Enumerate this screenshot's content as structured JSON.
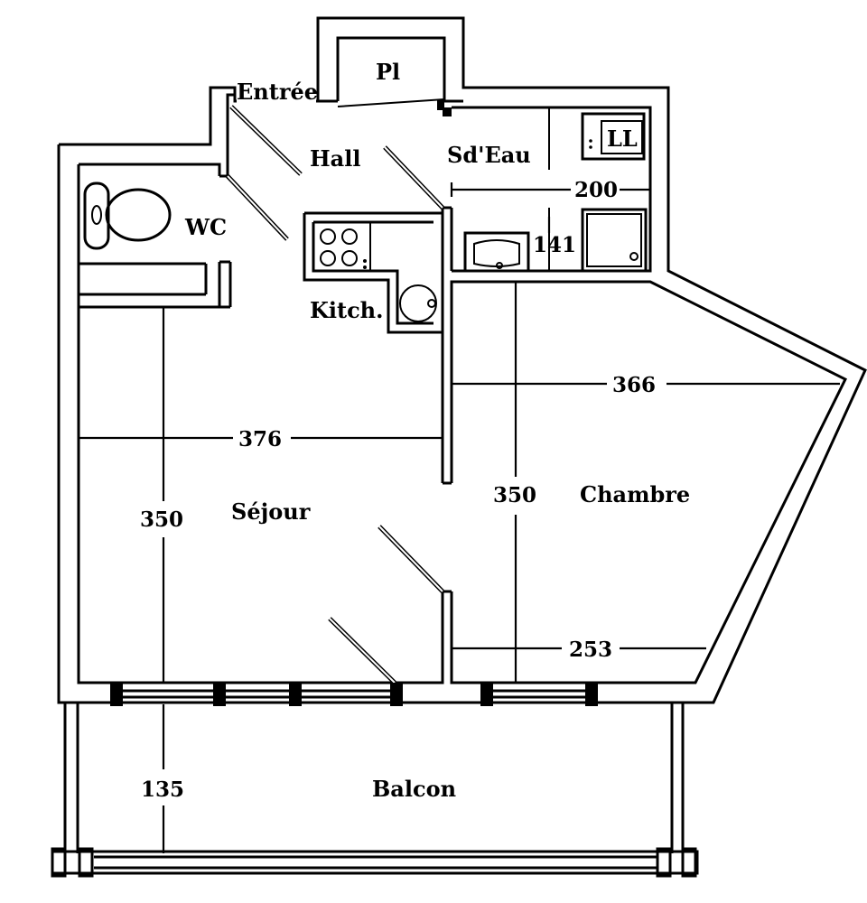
{
  "rooms": {
    "placard": "Pl",
    "entree": "Entrée",
    "hall": "Hall",
    "salle_eau": "Sd'Eau",
    "wc": "WC",
    "kitchenette": "Kitch.",
    "sejour": "Séjour",
    "chambre": "Chambre",
    "balcon": "Balcon",
    "lave_linge": "LL"
  },
  "dimensions": {
    "sde_width": "200",
    "sde_depth": "141",
    "chambre_width_top": "366",
    "chambre_width_bottom": "253",
    "chambre_depth": "350",
    "sejour_width": "376",
    "sejour_depth": "350",
    "balcon_depth": "135"
  },
  "colors": {
    "ink": "#000000",
    "background": "#ffffff"
  }
}
